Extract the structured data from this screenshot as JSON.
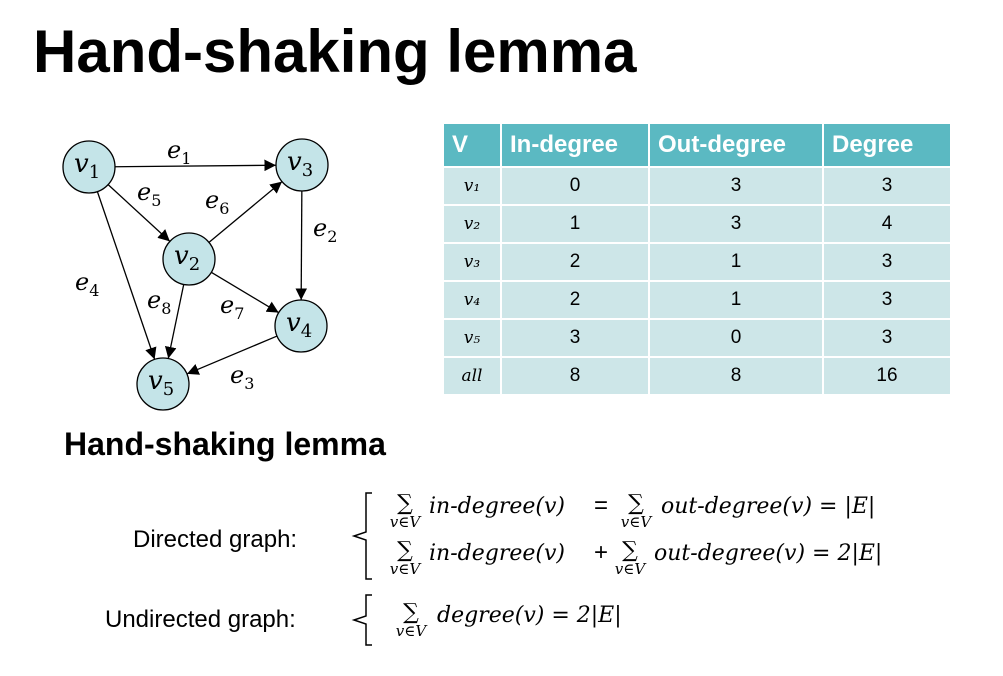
{
  "title": "Hand-shaking lemma",
  "subtitle": "Hand-shaking lemma",
  "graph": {
    "nodes": [
      {
        "id": "v1",
        "main": "v",
        "sub": "1"
      },
      {
        "id": "v2",
        "main": "v",
        "sub": "2"
      },
      {
        "id": "v3",
        "main": "v",
        "sub": "3"
      },
      {
        "id": "v4",
        "main": "v",
        "sub": "4"
      },
      {
        "id": "v5",
        "main": "v",
        "sub": "5"
      }
    ],
    "edges": [
      {
        "id": "e1",
        "main": "e",
        "sub": "1",
        "from": "v1",
        "to": "v3"
      },
      {
        "id": "e2",
        "main": "e",
        "sub": "2",
        "from": "v3",
        "to": "v4"
      },
      {
        "id": "e3",
        "main": "e",
        "sub": "3",
        "from": "v4",
        "to": "v5"
      },
      {
        "id": "e4",
        "main": "e",
        "sub": "4",
        "from": "v1",
        "to": "v5"
      },
      {
        "id": "e5",
        "main": "e",
        "sub": "5",
        "from": "v1",
        "to": "v2"
      },
      {
        "id": "e6",
        "main": "e",
        "sub": "6",
        "from": "v2",
        "to": "v3"
      },
      {
        "id": "e7",
        "main": "e",
        "sub": "7",
        "from": "v2",
        "to": "v4"
      },
      {
        "id": "e8",
        "main": "e",
        "sub": "8",
        "from": "v2",
        "to": "v5"
      }
    ]
  },
  "table": {
    "headers": [
      "V",
      "In-degree",
      "Out-degree",
      "Degree"
    ],
    "rows": [
      {
        "v": "v₁",
        "in": "0",
        "out": "3",
        "deg": "3"
      },
      {
        "v": "v₂",
        "in": "1",
        "out": "3",
        "deg": "4"
      },
      {
        "v": "v₃",
        "in": "2",
        "out": "1",
        "deg": "3"
      },
      {
        "v": "v₄",
        "in": "2",
        "out": "1",
        "deg": "3"
      },
      {
        "v": "v₅",
        "in": "3",
        "out": "0",
        "deg": "3"
      },
      {
        "v": "all",
        "in": "8",
        "out": "8",
        "deg": "16"
      }
    ]
  },
  "lemma": {
    "directed_label": "Directed graph:",
    "undirected_label": "Undirected graph:",
    "sum_symbol": "∑",
    "sum_sub": "v∈V",
    "f1_left": "in-degree(v)",
    "f1_eq": "=",
    "f1_right": "out-degree(v) = |E|",
    "f2_left": "in-degree(v)",
    "f2_plus": "+",
    "f2_right": "out-degree(v) = 2|E|",
    "f3": "degree(v) = 2|E|"
  }
}
